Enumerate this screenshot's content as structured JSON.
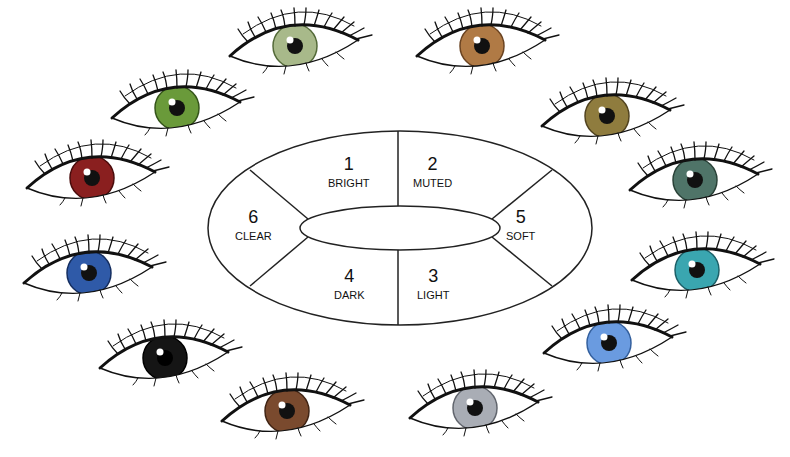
{
  "diagram": {
    "nodes": [
      {
        "text": [
          "1",
          "BRIGHT"
        ]
      },
      {
        "text": [
          "2",
          "MUTED"
        ]
      },
      {
        "text": [
          "6",
          "CLEAR"
        ]
      },
      {
        "text": [
          "5",
          "SOFT"
        ]
      },
      {
        "text": [
          "4",
          "DARK"
        ]
      },
      {
        "text": [
          "3",
          "LIGHT"
        ]
      }
    ]
  }
}
